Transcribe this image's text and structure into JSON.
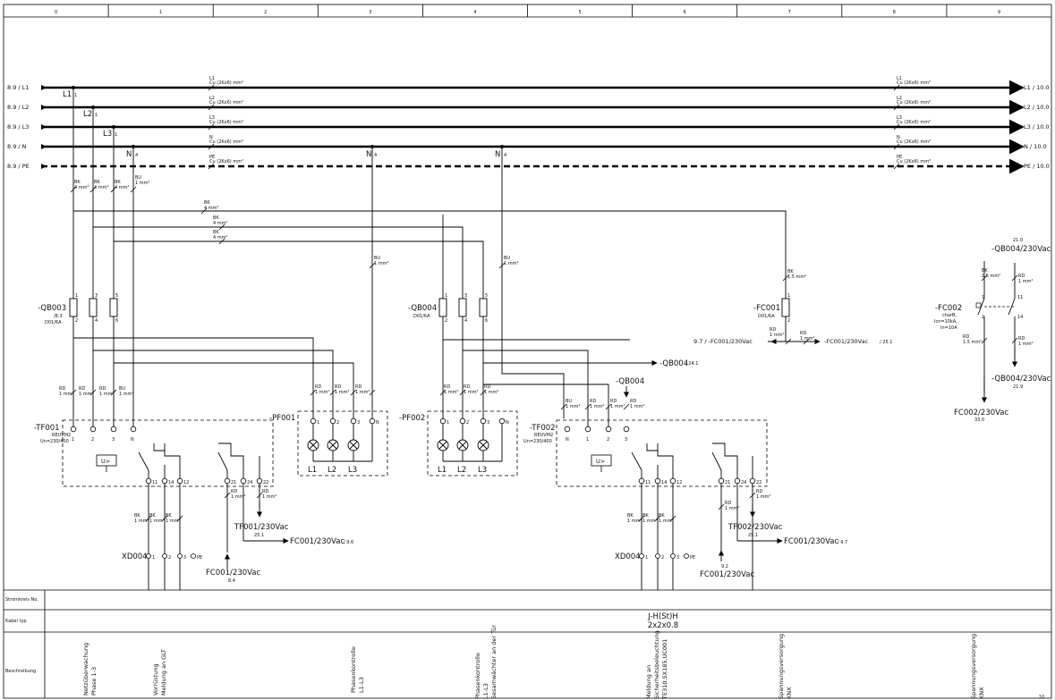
{
  "columns": [
    "0",
    "1",
    "2",
    "3",
    "4",
    "5",
    "6",
    "7",
    "8",
    "9"
  ],
  "bus": [
    {
      "label_left": "8.9 / L1",
      "label_right": "L1 / 10.0",
      "tap": "L1",
      "tap_sub": "1",
      "wire_name": "L1",
      "wire_cs": "Cu (2Kx6) mm²"
    },
    {
      "label_left": "8.9 / L2",
      "label_right": "L2 / 10.0",
      "tap": "L2",
      "tap_sub": "1",
      "wire_name": "L2",
      "wire_cs": "Cu (2Kx6) mm²"
    },
    {
      "label_left": "8.9 / L3",
      "label_right": "L3 / 10.0",
      "tap": "L3",
      "tap_sub": "1",
      "wire_name": "L3",
      "wire_cs": "Cu (2Kx6) mm²"
    },
    {
      "label_left": "8.9 / N",
      "label_right": "N / 10.0",
      "tap": "N",
      "tap_sub": "4",
      "wire_name": "N",
      "wire_cs": "Cu (2Kx6) mm²"
    },
    {
      "label_left": "8.9 / PE",
      "label_right": "PE / 10.0",
      "tap": "",
      "tap_sub": "",
      "wire_name": "PE",
      "wire_cs": "Cu (2Kx6) mm²"
    }
  ],
  "wire_labels": {
    "bk4": "BK",
    "bk4_cs": "4 mm²",
    "bu1": "BU",
    "bu1_cs": "1 mm²",
    "rd1": "RD",
    "rd1_cs": "1 mm²",
    "bk1": "BK",
    "bk1_cs": "1 mm²",
    "bk15": "BK",
    "bk15_cs": "1.5 mm²",
    "rd15": "RD",
    "rd15_cs": "1.5 mm²"
  },
  "devices": {
    "qb003": {
      "name": "-QB003",
      "ref": "/8.3",
      "type": "D01/6A",
      "pins": [
        "1",
        "2",
        "3",
        "4",
        "5",
        "6"
      ]
    },
    "qb004": {
      "name": "-QB004",
      "type": "D01/6A",
      "pins": [
        "1",
        "2",
        "3",
        "4",
        "5",
        "6"
      ]
    },
    "fc001": {
      "name": "-FC001",
      "type": "D01/6A",
      "pin_top": "1",
      "pin_bottom": "2"
    },
    "fc002": {
      "name": "-FC002",
      "spec1": "charB,",
      "spec2": "Icn=10kA,",
      "spec3": "In=10A",
      "pins": [
        "1",
        "2",
        "11",
        "14"
      ]
    },
    "tf001": {
      "name": "-TF001",
      "type": "REUVM2",
      "spec": "Un=230/400",
      "terms": [
        "1",
        "2",
        "3",
        "N"
      ],
      "relay_terms": [
        "11",
        "14",
        "12",
        "21",
        "24",
        "22"
      ],
      "relay": "U>"
    },
    "tf002": {
      "name": "-TF002",
      "type": "REUVM2",
      "spec": "Un=230/400",
      "terms": [
        "N",
        "1",
        "2",
        "3"
      ],
      "relay_terms": [
        "11",
        "14",
        "12",
        "21",
        "24",
        "22"
      ],
      "relay": "U>"
    },
    "pf001": {
      "name": "-PF001",
      "terms": [
        "1",
        "2",
        "3",
        "N"
      ],
      "lamps": [
        "L1",
        "L2",
        "L3"
      ]
    },
    "pf002": {
      "name": "-PF002",
      "terms": [
        "1",
        "2",
        "3",
        "N"
      ],
      "lamps": [
        "L1",
        "L2",
        "L3"
      ]
    },
    "xd004a": {
      "name": "XD004",
      "terms": [
        "1",
        "2",
        "3",
        "PE"
      ]
    },
    "xd004b": {
      "name": "XD004",
      "terms": [
        "1",
        "2",
        "3",
        "PE"
      ]
    }
  },
  "refs": {
    "qb004_top_ref": "21.0",
    "qb004_top": "-QB004/230Vac",
    "qb004_bot": "-QB004/230Vac",
    "qb004_bot_ref": "21.9",
    "fc002_out": "FC002/230Vac",
    "fc002_out_ref": "33.0",
    "fc001_left": "9.7 / -FC001/230Vac",
    "fc001_right": "-FC001/230Vac",
    "fc001_right_ref": "/ 25.1",
    "qb004_mid": "-QB004",
    "qb004_mid_ref": "/ 24.1",
    "qb004_drop": "-QB004",
    "tf001_out": "TF001/230Vac",
    "tf001_out_ref": "25.1",
    "tf001_fc": "FC001/230Vac",
    "tf001_fc_ref": "/ 9.6",
    "tf001_in": "FC001/230Vac",
    "tf001_in_ref": "8.4",
    "tf002_out": "TF002/230Vac",
    "tf002_out_ref": "25.1",
    "tf002_fc": "FC001/230Vac",
    "tf002_fc_ref": "/ 9.7",
    "tf002_in_ref": "9.2",
    "tf002_in": "FC001/230Vac"
  },
  "table": {
    "row1": "Stromkreis No.",
    "row2": "Kabel typ",
    "row3": "Beschreibung",
    "cable": "J-H(St)H",
    "cable_spec": "2x2x0.8",
    "descriptions": [
      {
        "l1": "Netzüberwachung",
        "l2": "Phase 1-3"
      },
      {
        "l1": "Vorrüstung",
        "l2": "Meldung an GLT"
      },
      {
        "l1": "Phasenkontrolle",
        "l2": "L1-L3"
      },
      {
        "l1": "Phasenkontrolle",
        "l2": "L1-L3",
        "l3": "Sesamwächter an der Tür"
      },
      {
        "l1": "Meldung an",
        "l2": "Sicherheitsbeleuchtung",
        "l3": "TE310.SX185.UC001"
      },
      {
        "l1": "Spannungsversorgung",
        "l2": "KNX"
      },
      {
        "l1": "Spannungsversorgung",
        "l2": "KNX"
      }
    ]
  },
  "page_number": "10"
}
